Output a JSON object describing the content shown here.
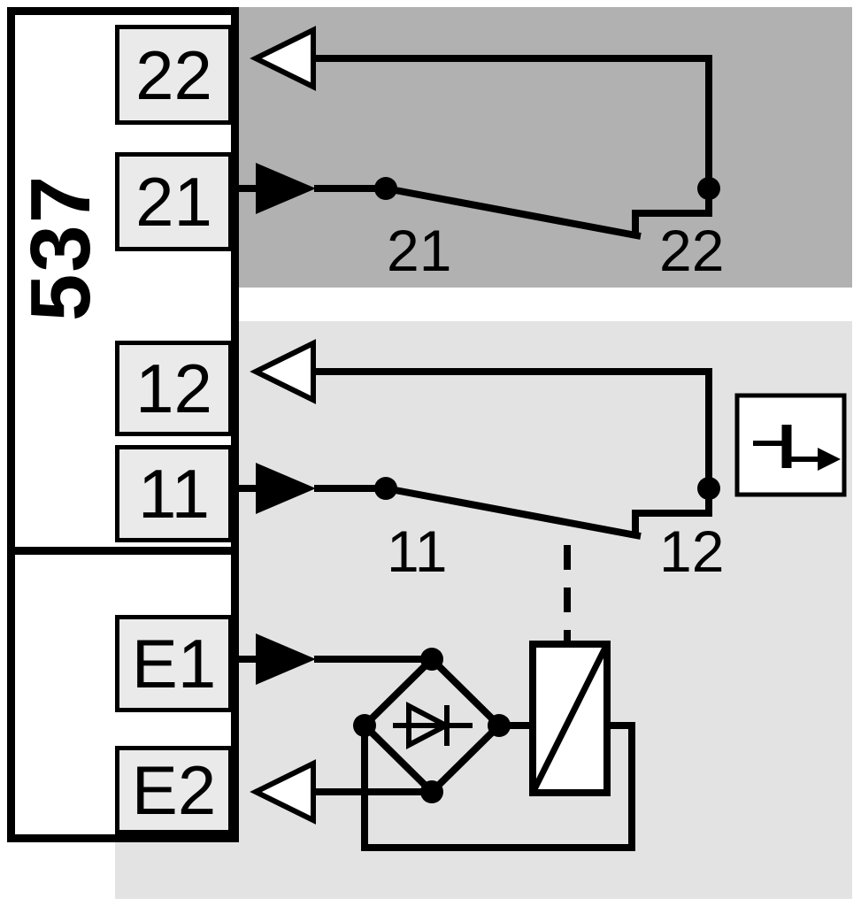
{
  "module": {
    "label": "537"
  },
  "terminals": {
    "t22": "22",
    "t21": "21",
    "t12": "12",
    "t11": "11",
    "tE1": "E1",
    "tE2": "E2"
  },
  "wire_labels": {
    "upper_left": "21",
    "upper_right": "22",
    "lower_left": "11",
    "lower_right": "12"
  },
  "symbols": {
    "forced_guided_contacts": "forced-guided-contacts-icon",
    "rectifier": "bridge-rectifier-diode",
    "coil": "relay-coil"
  },
  "colors": {
    "background": "#ffffff",
    "band_dark": "#b1b1b1",
    "band_light": "#e3e3e3",
    "terminal_fill": "#eaeaea",
    "line": "#000000"
  }
}
